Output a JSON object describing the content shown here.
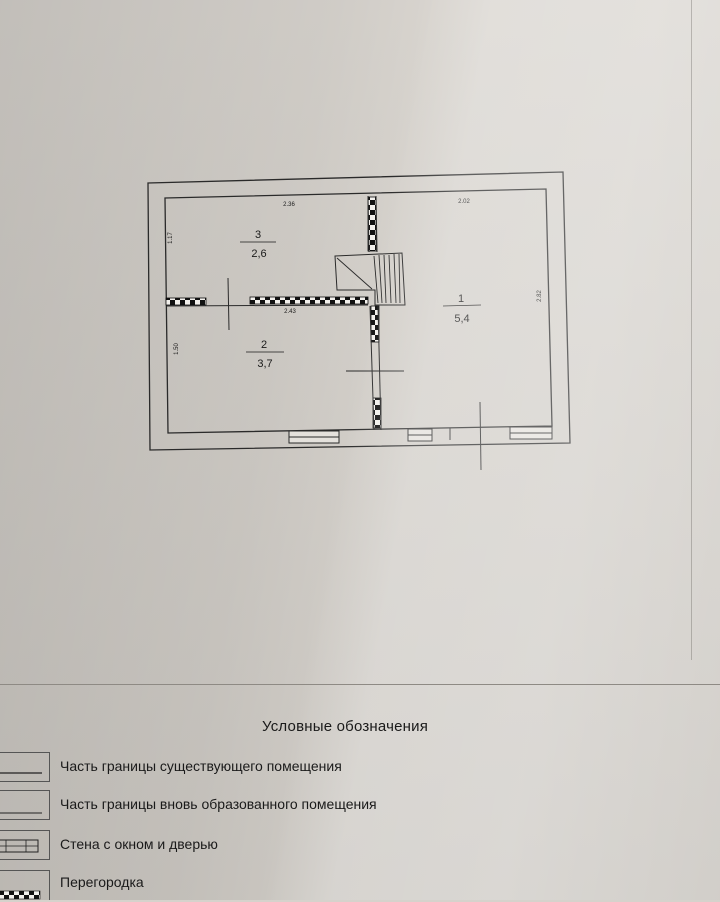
{
  "plan": {
    "rooms": [
      {
        "number": "1",
        "area": "5,4"
      },
      {
        "number": "2",
        "area": "3,7"
      },
      {
        "number": "3",
        "area": "2,6"
      }
    ],
    "dimensions": {
      "top_left": "2.36",
      "top_right": "2.02",
      "left_upper": "1.17",
      "left_lower": "1.50",
      "right": "2.82",
      "partition": "2.43"
    }
  },
  "legend": {
    "title": "Условные обозначения",
    "items": [
      {
        "label": "Часть границы существующего помещения",
        "symbol": "line"
      },
      {
        "label": "Часть границы вновь образованного помещения",
        "symbol": "line"
      },
      {
        "label": "Стена с окном и дверью",
        "symbol": "window-wall"
      },
      {
        "label": "Перегородка",
        "symbol": "partition"
      }
    ]
  },
  "colors": {
    "ink": "#1a1a1a",
    "paper": "#d6d2cc"
  }
}
